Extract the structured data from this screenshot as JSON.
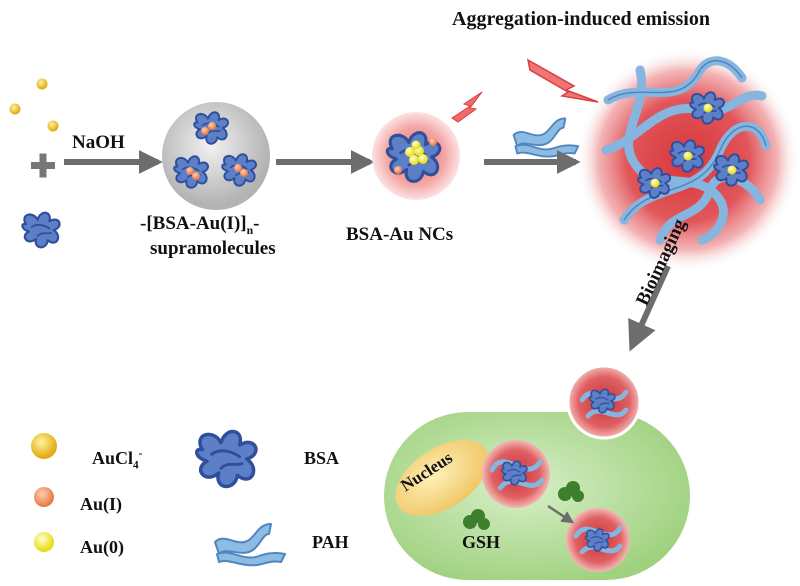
{
  "title": "Aggregation-induced emission",
  "reagent": "NaOH",
  "supramolecule": {
    "line1_main": "-[BSA-Au(I)]",
    "line1_sub": "n",
    "line1_tail": "-",
    "line2": "supramolecules"
  },
  "nanocluster_label": "BSA-Au NCs",
  "bioimaging_label": "Bioimaging",
  "cell": {
    "nucleus_label": "Nucleus",
    "gsh_label": "GSH"
  },
  "legend": {
    "aucl4_main": "AuCl",
    "aucl4_sub": "4",
    "aucl4_sup": "-",
    "au1": "Au(I)",
    "au0": "Au(0)",
    "bsa": "BSA",
    "pah": "PAH"
  },
  "colors": {
    "aucl4": "#f2c21a",
    "au1": "#f08a5a",
    "au0": "#f6ee2a",
    "bsa": "#3f63b5",
    "pah": "#7fb2df",
    "glow": "#e0383c",
    "cell": "#a9d98c",
    "nucleus": "#f4d27a",
    "gsh": "#3e7f2e",
    "arrow": "#6d6d6d"
  }
}
